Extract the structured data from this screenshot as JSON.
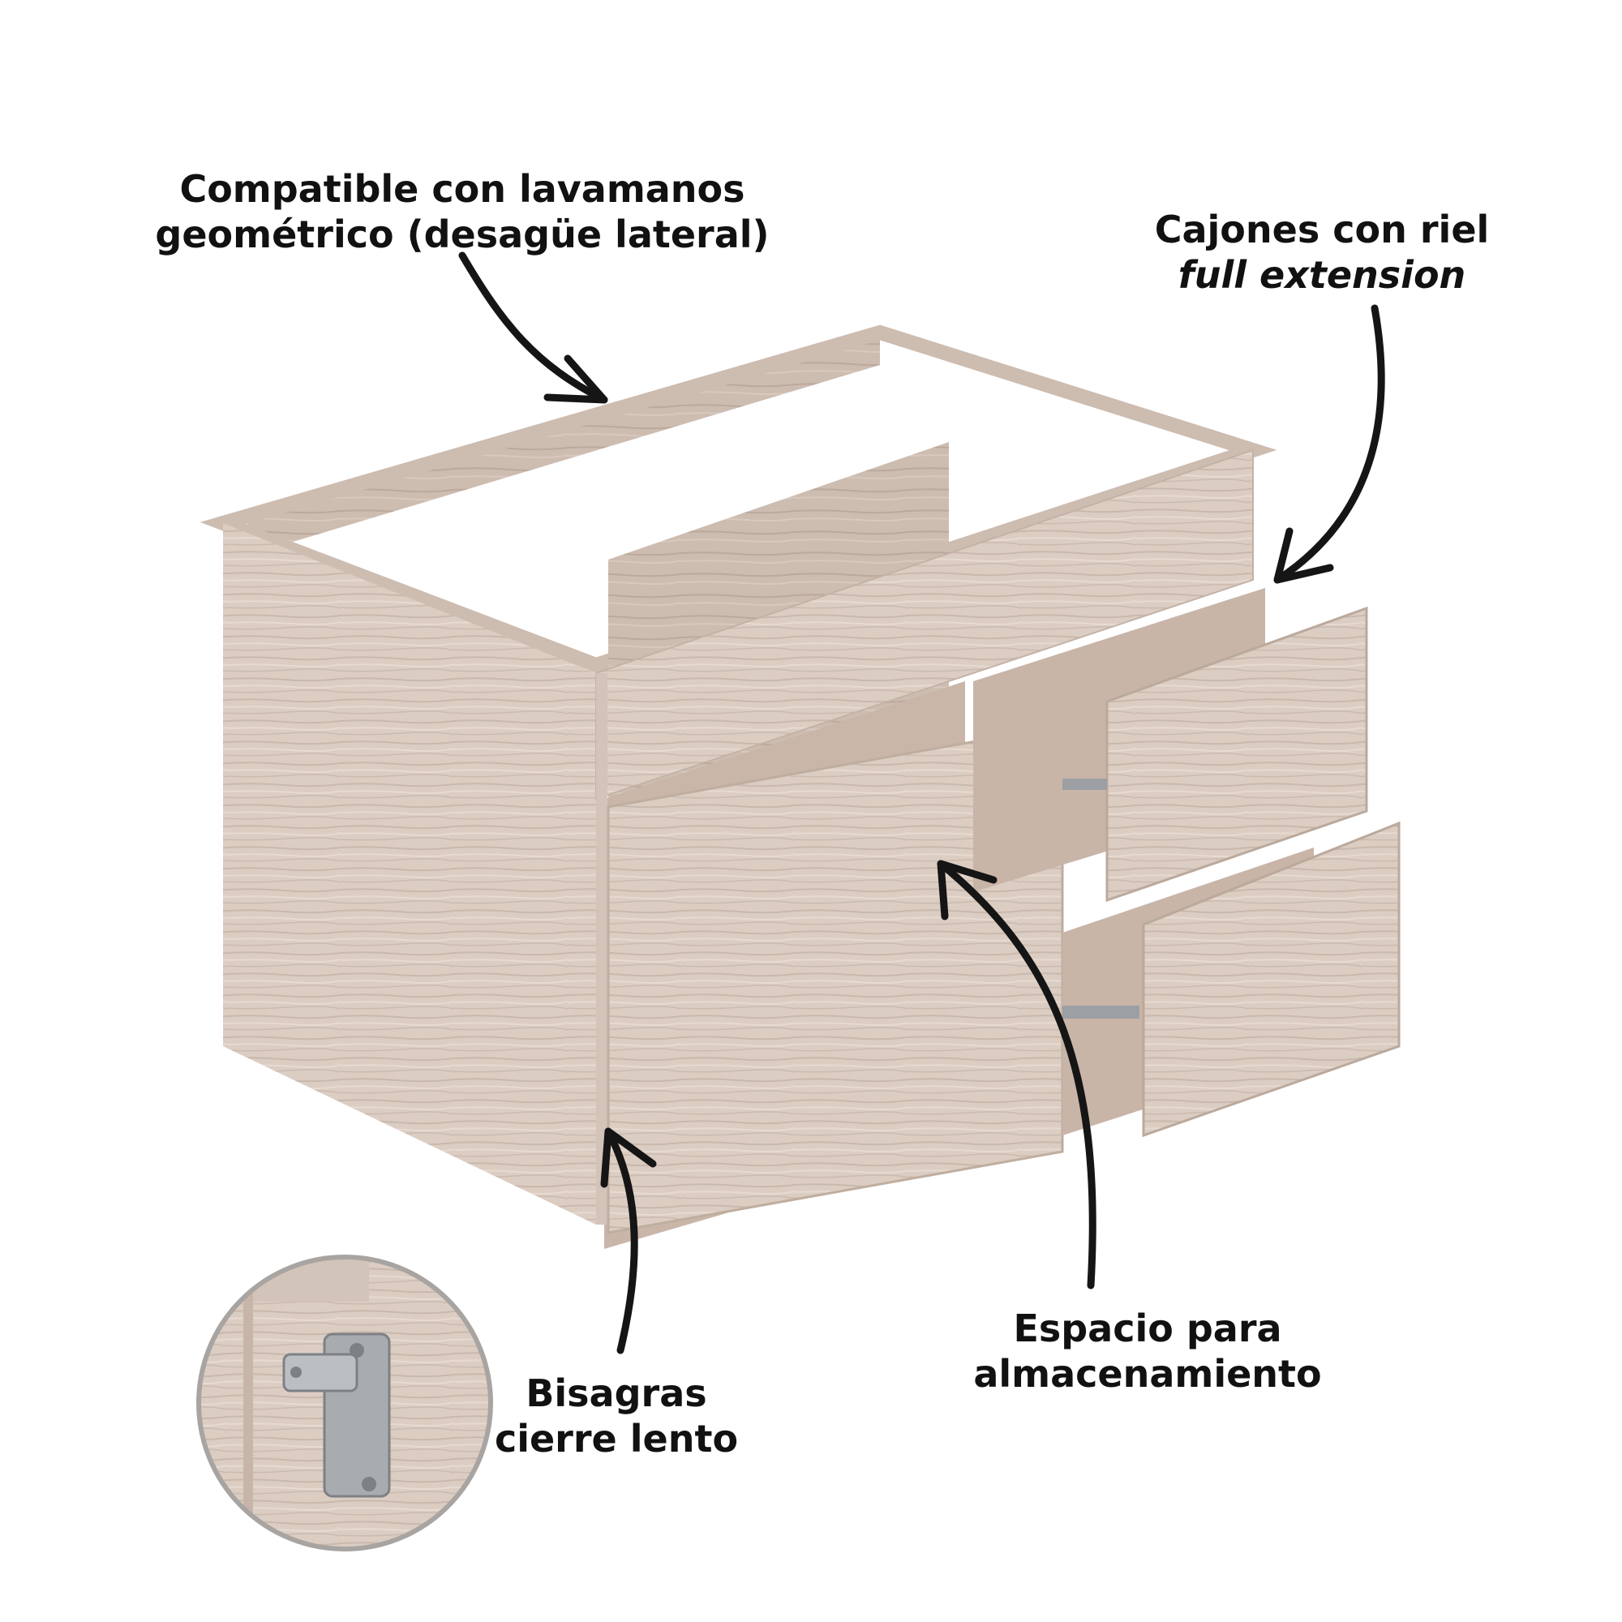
{
  "callouts": {
    "top": {
      "line1": "Compatible con lavamanos",
      "line2": "geométrico (desagüe lateral)"
    },
    "drawers": {
      "line1": "Cajones con riel",
      "line2": "full extension"
    },
    "storage": {
      "line1": "Espacio para",
      "line2": "almacenamiento"
    },
    "hinges": {
      "line1": "Bisagras",
      "line2": "cierre lento"
    }
  },
  "colors": {
    "wood_light": "#dccdc3",
    "wood_mid": "#cdbcb0",
    "wood_dark": "#b7a498",
    "arrow": "#151515",
    "zoom_border": "#a8a4a2",
    "hinge_metal": "#a9acaf"
  },
  "icons": {
    "arrows": "curved-arrow-icon",
    "zoom": "hinge-detail-icon"
  }
}
